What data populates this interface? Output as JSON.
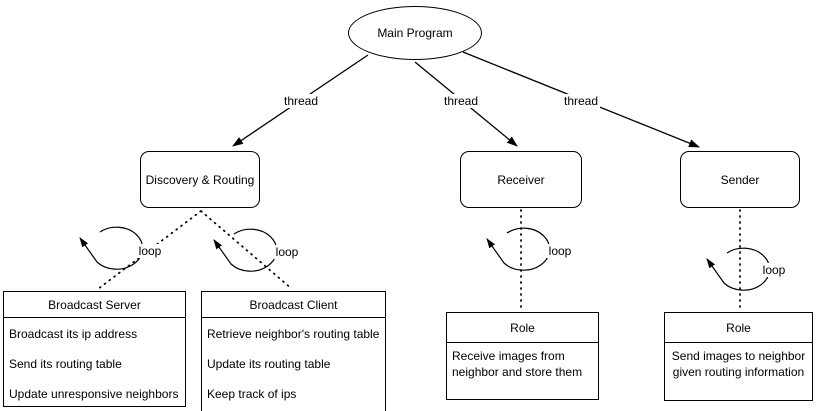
{
  "main": {
    "label": "Main Program"
  },
  "threads": [
    {
      "edge_label": "thread",
      "node_label": "Discovery & Routing"
    },
    {
      "edge_label": "thread",
      "node_label": "Receiver"
    },
    {
      "edge_label": "thread",
      "node_label": "Sender"
    }
  ],
  "loops": [
    {
      "label": "loop"
    },
    {
      "label": "loop"
    },
    {
      "label": "loop"
    },
    {
      "label": "loop"
    }
  ],
  "tables": {
    "broadcast_server": {
      "title": "Broadcast Server",
      "items": [
        "Broadcast its ip address",
        "Send its routing table",
        "Update unresponsive neighbors"
      ]
    },
    "broadcast_client": {
      "title": "Broadcast Client",
      "items": [
        "Retrieve neighbor's routing table",
        "Update its routing table",
        "Keep track of ips"
      ]
    },
    "receiver_role": {
      "title": "Role",
      "body": "Receive images from neighbor and store them"
    },
    "sender_role": {
      "title": "Role",
      "body": "Send images to neighbor given routing information"
    }
  },
  "colors": {
    "stroke": "#000000",
    "background": "#ffffff",
    "text": "#000000"
  }
}
